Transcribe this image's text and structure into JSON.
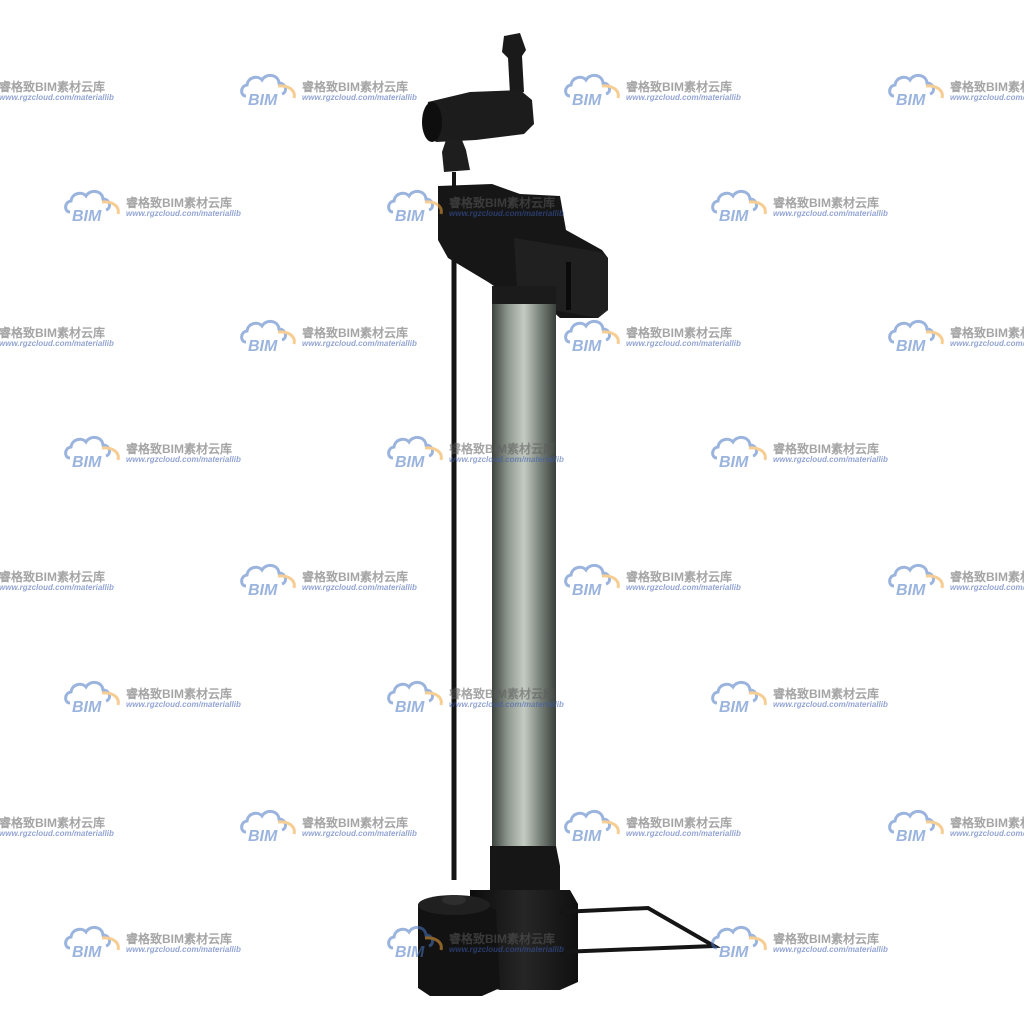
{
  "watermark": {
    "logo_text": "BIM",
    "title": "睿格致BIM素材云库",
    "url": "www.rgzcloud.com/materiallib",
    "colors": {
      "cloud": "#4a78c4",
      "arc": "#f0a53a",
      "text": "#5a5a5a"
    }
  },
  "object": {
    "name": "floor-pump-icon",
    "colors": {
      "black": "#141414",
      "tube_light": "#b7bfb6",
      "tube_dark": "#4e5550"
    }
  }
}
